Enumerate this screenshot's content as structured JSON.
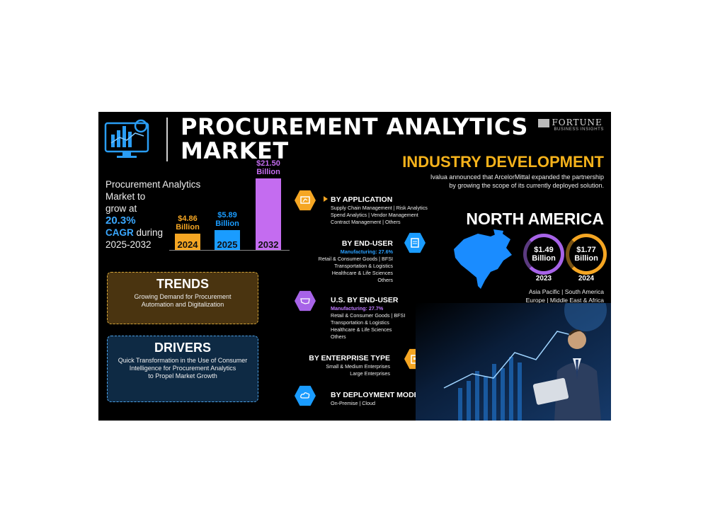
{
  "header": {
    "title_line1": "PROCUREMENT ANALYTICS",
    "title_line2": "MARKET",
    "logo_name": "FORTUNE",
    "logo_sub": "BUSINESS INSIGHTS"
  },
  "lead": {
    "line1": "Procurement Analytics",
    "line2": "Market to",
    "line3": "grow at",
    "cagr_value": "20.3%",
    "cagr_label": "CAGR",
    "line4": "during",
    "line5": "2025-2032"
  },
  "chart_data": {
    "type": "bar",
    "categories": [
      "2024",
      "2025",
      "2032"
    ],
    "values": [
      4.86,
      5.89,
      21.5
    ],
    "value_labels": [
      "$4.86",
      "$5.89",
      "$21.50"
    ],
    "unit_label": "Billion",
    "colors": [
      "#f5a623",
      "#1a9cff",
      "#c46cf0"
    ]
  },
  "trends": {
    "title": "TRENDS",
    "text_line1": "Growing Demand for Procurement",
    "text_line2": "Automation and Digitalization"
  },
  "drivers": {
    "title": "DRIVERS",
    "text_line1": "Quick Transformation in the Use of Consumer",
    "text_line2": "Intelligence for Procurement Analytics",
    "text_line3": "to Propel Market Growth"
  },
  "segments": {
    "application": {
      "title": "BY APPLICATION",
      "line1": "Supply Chain Management | Risk Analytics",
      "line2": "Spend Analytics | Vendor Management",
      "line3": "Contract Management | Others"
    },
    "end_user": {
      "title": "BY END-USER",
      "highlight": "Manufacturing: 27.6%",
      "line1": "Retail & Consumer Goods | BFSI",
      "line2": "Transportation & Logistics",
      "line3": "Healthcare & Life Sciences",
      "line4": "Others"
    },
    "us_end_user": {
      "title": "U.S. BY END-USER",
      "highlight": "Manufacturing: 27.7%",
      "line1": "Retail & Consumer Goods | BFSI",
      "line2": "Transportation & Logistics",
      "line3": "Healthcare & Life Sciences",
      "line4": "Others"
    },
    "enterprise": {
      "title": "BY ENTERPRISE TYPE",
      "line1": "Small & Medium Enterprises",
      "line2": "Large Enterprises"
    },
    "deployment": {
      "title": "BY DEPLOYMENT MODE",
      "line1": "On-Premise | Cloud"
    }
  },
  "industry": {
    "title": "INDUSTRY DEVELOPMENT",
    "line1": "Ivalua announced that ArcelorMittal expanded the partnership",
    "line2": "by growing the scope of its currently deployed solution."
  },
  "north_america": {
    "title": "NORTH AMERICA",
    "values": [
      {
        "amount": "$1.49",
        "unit": "Billion",
        "year": "2023",
        "color": "#a763e8"
      },
      {
        "amount": "$1.77",
        "unit": "Billion",
        "year": "2024",
        "color": "#f5a623"
      }
    ],
    "regions_line1": "Asia Pacific | South America",
    "regions_line2": "Europe | Middle East & Africa"
  }
}
